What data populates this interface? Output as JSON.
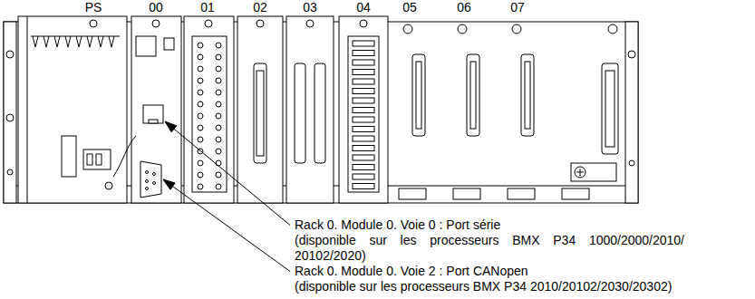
{
  "diagram": {
    "labels": [
      "PS",
      "00",
      "01",
      "02",
      "03",
      "04",
      "05",
      "06",
      "07",
      "Rack 0. Module 0. Voie 0 : Port série",
      "(disponible sur les processeurs BMX P34 1000/2000/2010/ 20102/2020)",
      "Rack 0. Module 0. Voie 2 : Port CANopen",
      "(disponible sur les processeurs BMX P34 2010/20102/2030/20302)"
    ]
  }
}
